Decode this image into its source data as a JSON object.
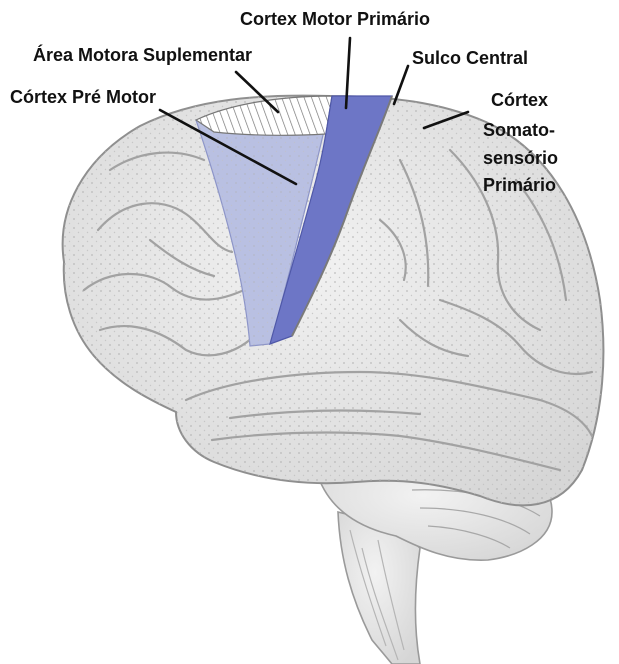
{
  "labels": {
    "cortex_motor_primario": "Cortex Motor Primário",
    "area_motora_suplementar": "Área Motora Suplementar",
    "sulco_central": "Sulco Central",
    "cortex_pre_motor": "Córtex Pré Motor",
    "cortex_somatossensorio": [
      "Córtex",
      "Somato-",
      "sensório",
      "Primário"
    ]
  },
  "colors": {
    "brain_fill": "#e8e8e8",
    "brain_stroke": "#9a9a9a",
    "motor_primary": "#6d76c6",
    "premotor": "#b9c0e2",
    "supplementary_hatch": "#777777",
    "label_text": "#111111"
  }
}
